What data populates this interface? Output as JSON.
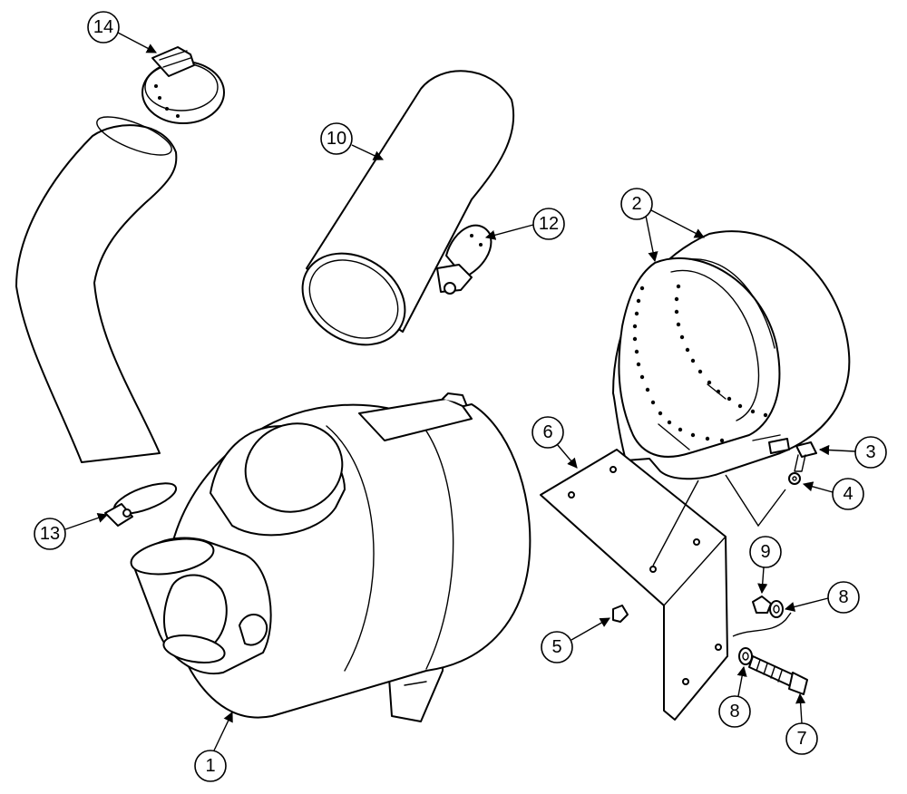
{
  "callouts": {
    "c1": "1",
    "c2": "2",
    "c3": "3",
    "c4": "4",
    "c5": "5",
    "c6": "6",
    "c7": "7",
    "c8a": "8",
    "c8b": "8",
    "c9": "9",
    "c10": "10",
    "c12": "12",
    "c13": "13",
    "c14": "14"
  }
}
